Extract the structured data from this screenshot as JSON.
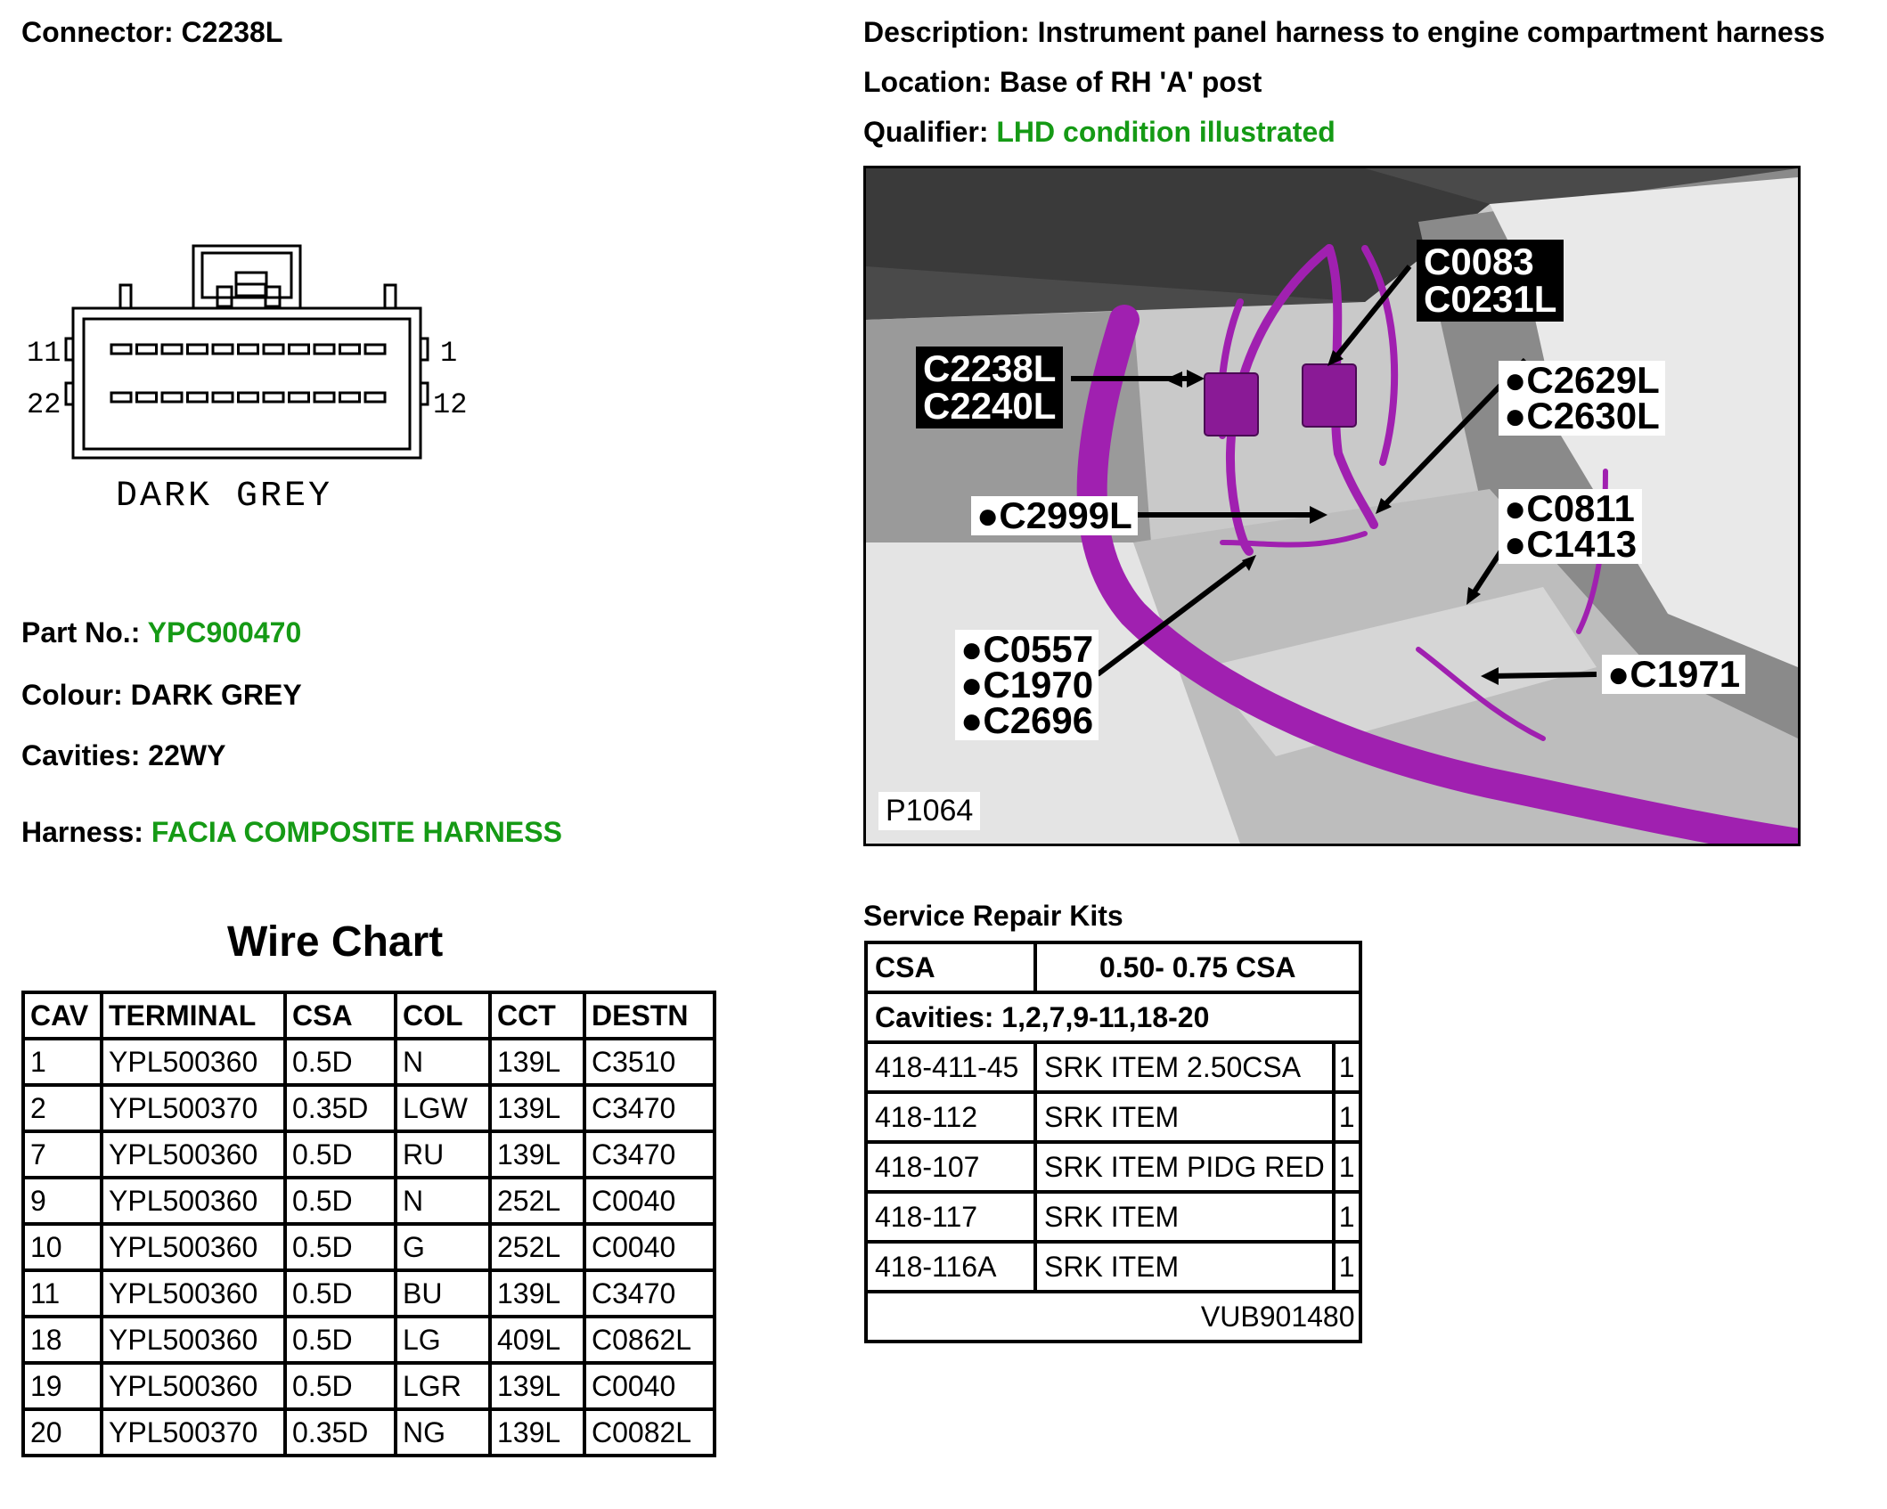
{
  "connector": {
    "label": "Connector:",
    "value": "C2238L"
  },
  "description": {
    "label": "Description:",
    "value": "Instrument panel harness to engine compartment harness"
  },
  "location": {
    "label": "Location:",
    "value": "Base of RH 'A' post"
  },
  "qualifier": {
    "label": "Qualifier:",
    "value": "LHD condition illustrated"
  },
  "diagram": {
    "pin_top_left": "11",
    "pin_top_right": "1",
    "pin_bottom_left": "22",
    "pin_bottom_right": "12",
    "colour_text": "DARK GREY"
  },
  "part": {
    "label": "Part No.:",
    "value": "YPC900470"
  },
  "colour": {
    "label": "Colour:",
    "value": "DARK GREY"
  },
  "cavities": {
    "label": "Cavities:",
    "value": "22WY"
  },
  "harness": {
    "label": "Harness:",
    "value": "FACIA COMPOSITE HARNESS"
  },
  "wire_chart": {
    "title": "Wire Chart",
    "headers": [
      "CAV",
      "TERMINAL",
      "CSA",
      "COL",
      "CCT",
      "DESTN"
    ],
    "rows": [
      [
        "1",
        "YPL500360",
        "0.5D",
        "N",
        "139L",
        "C3510"
      ],
      [
        "2",
        "YPL500370",
        "0.35D",
        "LGW",
        "139L",
        "C3470"
      ],
      [
        "7",
        "YPL500360",
        "0.5D",
        "RU",
        "139L",
        "C3470"
      ],
      [
        "9",
        "YPL500360",
        "0.5D",
        "N",
        "252L",
        "C0040"
      ],
      [
        "10",
        "YPL500360",
        "0.5D",
        "G",
        "252L",
        "C0040"
      ],
      [
        "11",
        "YPL500360",
        "0.5D",
        "BU",
        "139L",
        "C3470"
      ],
      [
        "18",
        "YPL500360",
        "0.5D",
        "LG",
        "409L",
        "C0862L"
      ],
      [
        "19",
        "YPL500360",
        "0.5D",
        "LGR",
        "139L",
        "C0040"
      ],
      [
        "20",
        "YPL500370",
        "0.35D",
        "NG",
        "139L",
        "C0082L"
      ]
    ]
  },
  "image": {
    "code": "P1064",
    "callouts": {
      "c1": [
        "C0083",
        "C0231L"
      ],
      "c2": [
        "C2238L",
        "C2240L"
      ],
      "c3": [
        "●C2629L",
        "●C2630L"
      ],
      "c4": [
        "●C2999L"
      ],
      "c5": [
        "●C0811",
        "●C1413"
      ],
      "c6": [
        "●C0557",
        "●C1970",
        "●C2696"
      ],
      "c7": [
        "●C1971"
      ]
    },
    "harness_color": "#a020b0"
  },
  "srk": {
    "title": "Service Repair Kits",
    "csa_label": "CSA",
    "csa_value": "0.50- 0.75 CSA",
    "cavities": "Cavities: 1,2,7,9-11,18-20",
    "rows": [
      [
        "418-411-45",
        "SRK ITEM 2.50CSA",
        "1"
      ],
      [
        "418-112",
        "SRK ITEM",
        "1"
      ],
      [
        "418-107",
        "SRK ITEM PIDG RED",
        "1"
      ],
      [
        "418-117",
        "SRK ITEM",
        "1"
      ],
      [
        "418-116A",
        "SRK ITEM",
        "1"
      ]
    ],
    "footer": "VUB901480"
  }
}
